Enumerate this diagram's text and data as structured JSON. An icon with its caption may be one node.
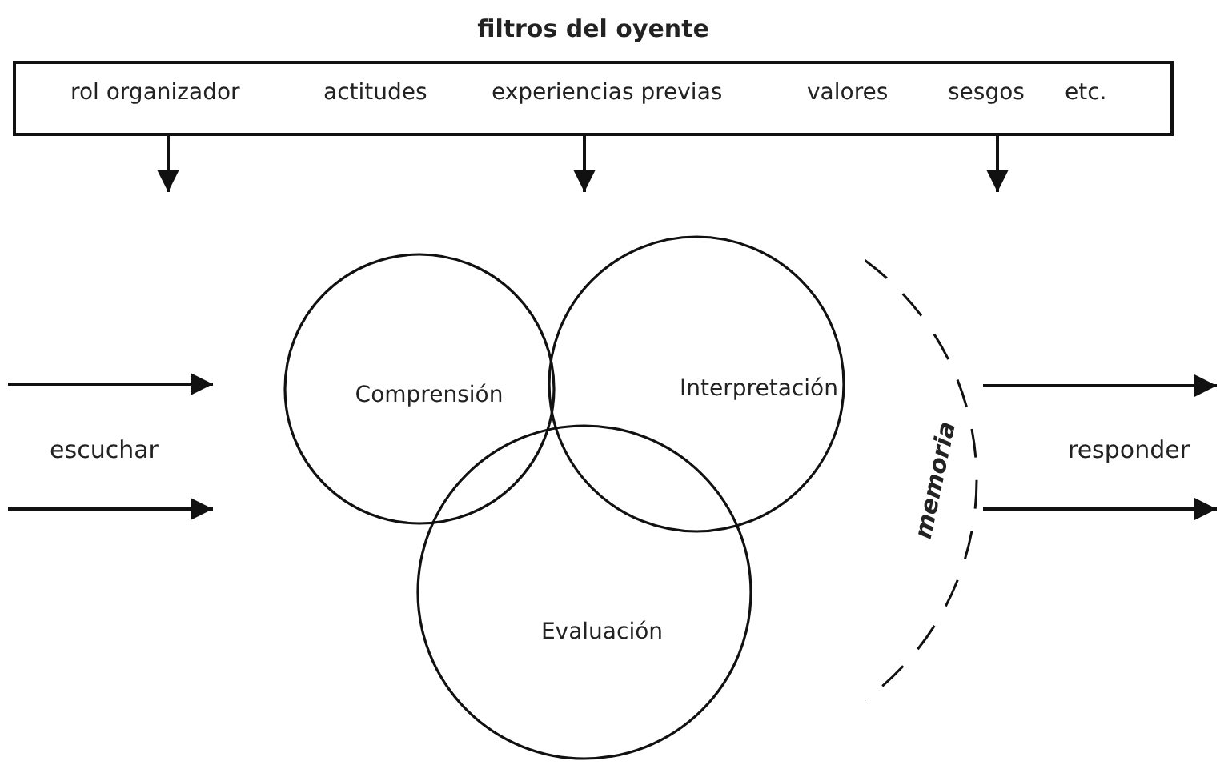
{
  "diagram": {
    "nodes": [
      {
        "text": [
          "filtros del oyente",
          "rol organizador",
          "actitudes",
          "experiencias previas",
          "valores",
          "sesgos",
          "etc."
        ]
      },
      {
        "text": [
          "Comprensión"
        ]
      },
      {
        "text": [
          "Interpretación"
        ]
      },
      {
        "text": [
          "Evaluación"
        ]
      },
      {
        "text": [
          "memoria"
        ]
      }
    ],
    "edges": [
      {
        "from": 0,
        "to": null,
        "arrow": "to"
      },
      {
        "from": 0,
        "to": null,
        "arrow": "to"
      },
      {
        "from": 0,
        "to": null,
        "arrow": "to"
      },
      {
        "from": 4,
        "to": null,
        "arrow": "to"
      },
      {
        "from": 4,
        "to": null,
        "arrow": "to"
      }
    ],
    "labels": [
      "escuchar",
      "responder"
    ]
  }
}
